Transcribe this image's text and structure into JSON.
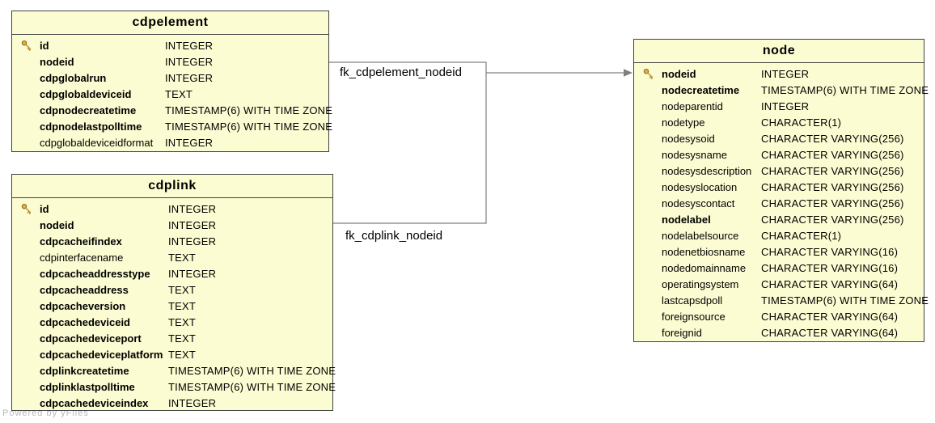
{
  "watermark": "Powered by yFiles",
  "colors": {
    "table_fill": "#fcfcd2",
    "table_border": "#404040",
    "edge_gray": "#7f7f7f",
    "key_gold": "#ddb44d",
    "key_gold_dark": "#96731d"
  },
  "tables": [
    {
      "title": "cdpelement",
      "columns": [
        {
          "name": "id",
          "type": "INTEGER",
          "key": true,
          "bold": true
        },
        {
          "name": "nodeid",
          "type": "INTEGER",
          "key": false,
          "bold": true
        },
        {
          "name": "cdpglobalrun",
          "type": "INTEGER",
          "key": false,
          "bold": true
        },
        {
          "name": "cdpglobaldeviceid",
          "type": "TEXT",
          "key": false,
          "bold": true
        },
        {
          "name": "cdpnodecreatetime",
          "type": "TIMESTAMP(6) WITH TIME ZONE",
          "key": false,
          "bold": true
        },
        {
          "name": "cdpnodelastpolltime",
          "type": "TIMESTAMP(6) WITH TIME ZONE",
          "key": false,
          "bold": true
        },
        {
          "name": "cdpglobaldeviceidformat",
          "type": "INTEGER",
          "key": false,
          "bold": false
        }
      ]
    },
    {
      "title": "cdplink",
      "columns": [
        {
          "name": "id",
          "type": "INTEGER",
          "key": true,
          "bold": true
        },
        {
          "name": "nodeid",
          "type": "INTEGER",
          "key": false,
          "bold": true
        },
        {
          "name": "cdpcacheifindex",
          "type": "INTEGER",
          "key": false,
          "bold": true
        },
        {
          "name": "cdpinterfacename",
          "type": "TEXT",
          "key": false,
          "bold": false
        },
        {
          "name": "cdpcacheaddresstype",
          "type": "INTEGER",
          "key": false,
          "bold": true
        },
        {
          "name": "cdpcacheaddress",
          "type": "TEXT",
          "key": false,
          "bold": true
        },
        {
          "name": "cdpcacheversion",
          "type": "TEXT",
          "key": false,
          "bold": true
        },
        {
          "name": "cdpcachedeviceid",
          "type": "TEXT",
          "key": false,
          "bold": true
        },
        {
          "name": "cdpcachedeviceport",
          "type": "TEXT",
          "key": false,
          "bold": true
        },
        {
          "name": "cdpcachedeviceplatform",
          "type": "TEXT",
          "key": false,
          "bold": true
        },
        {
          "name": "cdplinkcreatetime",
          "type": "TIMESTAMP(6) WITH TIME ZONE",
          "key": false,
          "bold": true
        },
        {
          "name": "cdplinklastpolltime",
          "type": "TIMESTAMP(6) WITH TIME ZONE",
          "key": false,
          "bold": true
        },
        {
          "name": "cdpcachedeviceindex",
          "type": "INTEGER",
          "key": false,
          "bold": true
        }
      ]
    },
    {
      "title": "node",
      "columns": [
        {
          "name": "nodeid",
          "type": "INTEGER",
          "key": true,
          "bold": true
        },
        {
          "name": "nodecreatetime",
          "type": "TIMESTAMP(6) WITH TIME ZONE",
          "key": false,
          "bold": true
        },
        {
          "name": "nodeparentid",
          "type": "INTEGER",
          "key": false,
          "bold": false
        },
        {
          "name": "nodetype",
          "type": "CHARACTER(1)",
          "key": false,
          "bold": false
        },
        {
          "name": "nodesysoid",
          "type": "CHARACTER VARYING(256)",
          "key": false,
          "bold": false
        },
        {
          "name": "nodesysname",
          "type": "CHARACTER VARYING(256)",
          "key": false,
          "bold": false
        },
        {
          "name": "nodesysdescription",
          "type": "CHARACTER VARYING(256)",
          "key": false,
          "bold": false
        },
        {
          "name": "nodesyslocation",
          "type": "CHARACTER VARYING(256)",
          "key": false,
          "bold": false
        },
        {
          "name": "nodesyscontact",
          "type": "CHARACTER VARYING(256)",
          "key": false,
          "bold": false
        },
        {
          "name": "nodelabel",
          "type": "CHARACTER VARYING(256)",
          "key": false,
          "bold": true
        },
        {
          "name": "nodelabelsource",
          "type": "CHARACTER(1)",
          "key": false,
          "bold": false
        },
        {
          "name": "nodenetbiosname",
          "type": "CHARACTER VARYING(16)",
          "key": false,
          "bold": false
        },
        {
          "name": "nodedomainname",
          "type": "CHARACTER VARYING(16)",
          "key": false,
          "bold": false
        },
        {
          "name": "operatingsystem",
          "type": "CHARACTER VARYING(64)",
          "key": false,
          "bold": false
        },
        {
          "name": "lastcapsdpoll",
          "type": "TIMESTAMP(6) WITH TIME ZONE",
          "key": false,
          "bold": false
        },
        {
          "name": "foreignsource",
          "type": "CHARACTER VARYING(64)",
          "key": false,
          "bold": false
        },
        {
          "name": "foreignid",
          "type": "CHARACTER VARYING(64)",
          "key": false,
          "bold": false
        }
      ]
    }
  ],
  "relations": [
    {
      "label": "fk_cdpelement_nodeid",
      "from": "cdpelement",
      "to": "node"
    },
    {
      "label": "fk_cdplink_nodeid",
      "from": "cdplink",
      "to": "node"
    }
  ]
}
